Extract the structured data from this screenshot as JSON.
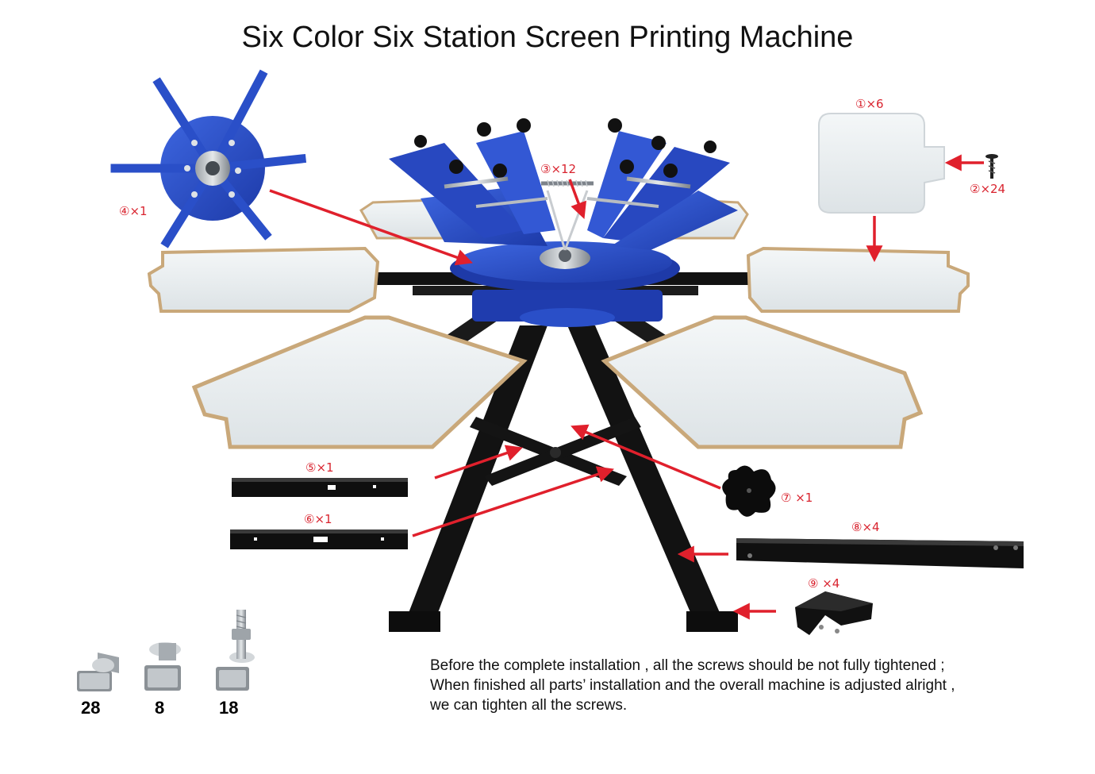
{
  "title": "Six Color Six Station Screen Printing Machine",
  "part_labels": {
    "p1": "①×6",
    "p2": "②×24",
    "p3": "③×12",
    "p4": "④×1",
    "p5": "⑤×1",
    "p6": "⑥×1",
    "p7": "⑦ ×1",
    "p8": "⑧×4",
    "p9": "⑨ ×4"
  },
  "screw_counts": {
    "small": "28",
    "medium": "8",
    "long": "18"
  },
  "notes": [
    "Before the complete installation , all the screws should be not fully tightened ;",
    "When finished all parts’  installation and the overall machine is adjusted alright ,",
    "we can tighten all the screws."
  ],
  "colors": {
    "machine_blue": "#2a4fc8",
    "frame_black": "#111111",
    "pallet": "#eef2f4",
    "pallet_edge": "#c9a87a",
    "arrow_red": "#e0202c"
  },
  "icons": [
    "bolt-icon",
    "wood-screw-icon",
    "spring-icon",
    "bracket-icon",
    "plate-icon"
  ]
}
